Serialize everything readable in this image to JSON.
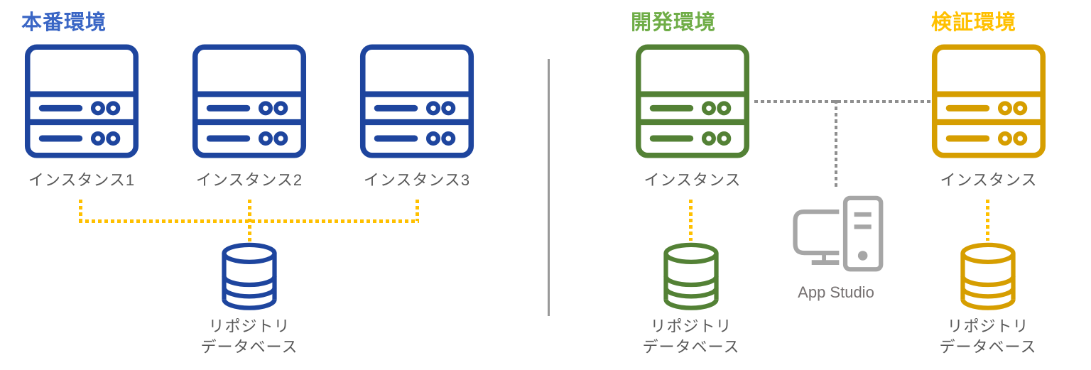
{
  "colors": {
    "blue_title": "#3A66C5",
    "blue": "#1E459E",
    "green_title": "#6FAD47",
    "green": "#538135",
    "amber_title": "#FFC000",
    "amber": "#D69E00",
    "yellow_connector": "#FFC000",
    "gray_icon": "#A6A6A6",
    "gray_connector": "#8F8F8F",
    "divider": "#999999",
    "label": "#595959",
    "app_label": "#767171"
  },
  "icons": {
    "server": "server-icon",
    "database": "database-cylinder-icon",
    "workstation": "desktop-computer-icon"
  },
  "production": {
    "title": "本番環境",
    "instances": [
      {
        "label": "インスタンス1"
      },
      {
        "label": "インスタンス2"
      },
      {
        "label": "インスタンス3"
      }
    ],
    "database": {
      "label_line1": "リポジトリ",
      "label_line2": "データベース"
    }
  },
  "development": {
    "title": "開発環境",
    "instance_label": "インスタンス",
    "database": {
      "label_line1": "リポジトリ",
      "label_line2": "データベース"
    }
  },
  "staging": {
    "title": "検証環境",
    "instance_label": "インスタンス",
    "database": {
      "label_line1": "リポジトリ",
      "label_line2": "データベース"
    }
  },
  "app_studio": {
    "label": "App Studio"
  }
}
